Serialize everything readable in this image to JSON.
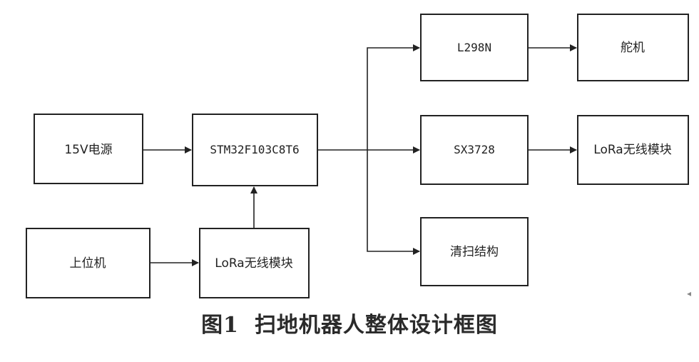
{
  "blocks": {
    "power": "15V电源",
    "mcu": "STM32F103C8T6",
    "driver": "L298N",
    "servo": "舵机",
    "sx": "SX3728",
    "lora_right": "LoRa无线模块",
    "clean": "清扫结构",
    "host": "上位机",
    "lora_bottom": "LoRa无线模块"
  },
  "caption": {
    "number": "图1",
    "text": "扫地机器人整体设计框图"
  },
  "edge_mark": "◂"
}
